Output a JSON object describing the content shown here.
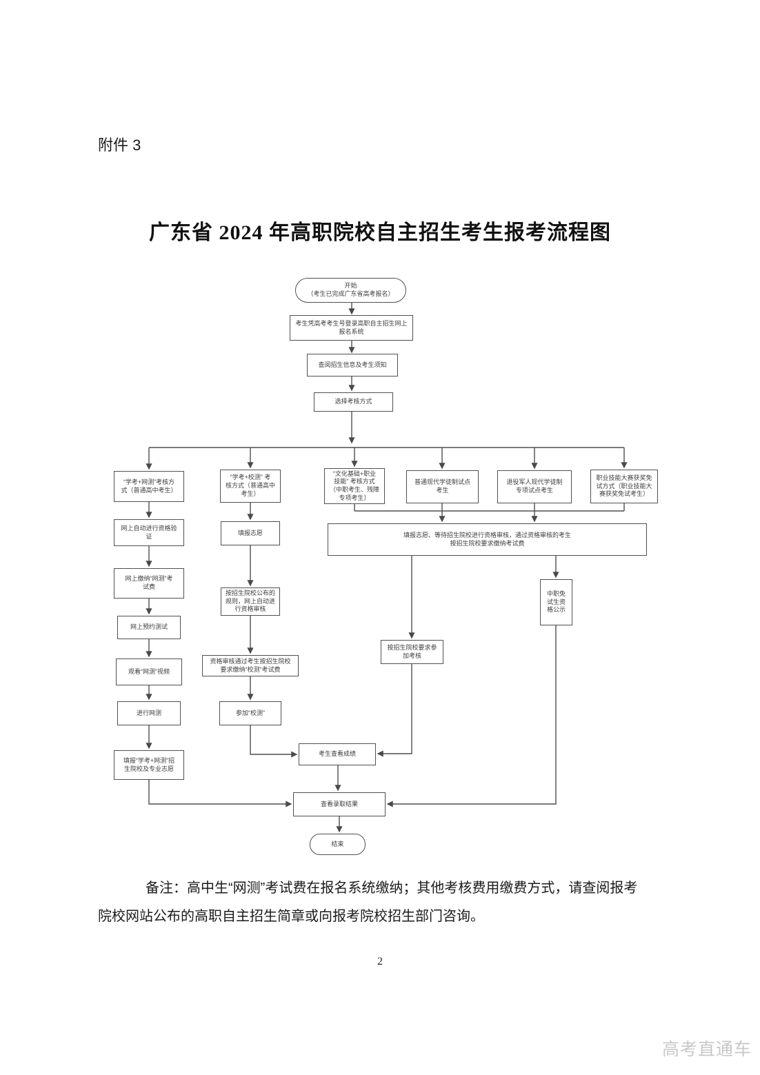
{
  "page": {
    "attachment_label": "附件 3",
    "title": "广东省 2024 年高职院校自主招生考生报考流程图",
    "note_lines": [
      "备注：高中生“网测”考试费在报名系统缴纳；其他考核费用缴费方式，请查阅报考",
      "院校网站公布的高职自主招生简章或向报考院校招生部门咨询。"
    ],
    "page_number": "2",
    "watermark": "高考直通车"
  },
  "flowchart": {
    "nodes": {
      "start": "开始\n（考生已完成广东省高考报名）",
      "login_system": "考生凭高考考生号登录高职自主招生网上\n报名系统",
      "view_info": "查阅招生信息及考生须知",
      "choose_method": "选择考核方式",
      "method_xk_wc": "“学考+网测”考核方\n式（普通高中考生）",
      "method_xk_xc": "“学考+校测” 考\n核方式（普通高中\n考生）",
      "method_culture_skill": "“文化基础+职业\n技能” 考核方式\n（中职考生、残障\n专项考生）",
      "method_apprentice": "普通现代学徒制试点\n考生",
      "method_veteran": "退役军人现代学徒制\n专项试点考生",
      "method_skill_award": "职业技能大赛获奖免\n试方式（职业技能大\n赛获奖免试考生）",
      "col1_verify": "网上自动进行资格验\n证",
      "col1_pay": "网上缴纳“网测”考\n试费",
      "col1_reserve": "网上预约测试",
      "col1_watch": "观看“网测”视频",
      "col1_test": "进行网测",
      "col1_fill": "填报“学考+网测”招\n生院校及专业志愿",
      "col2_fill": "填报志愿",
      "col2_review": "按招生院校公布的\n规则，网上自动进\n行资格审核",
      "col2_pay": "资格审核通过考生按招生院校\n要求缴纳“校测”考试费",
      "col2_attend": "参加“校测”",
      "big_fill_wait": "填报志愿、等待招生院校进行资格审核，通过资格审核的考生\n按招生院校要求缴纳考试费",
      "attend_exam": "按招生院校要求参\n加考核",
      "publicity": "中职免\n试生资\n格公示",
      "view_score": "考生查看成绩",
      "view_result": "查看录取结果",
      "end": "结束"
    }
  }
}
